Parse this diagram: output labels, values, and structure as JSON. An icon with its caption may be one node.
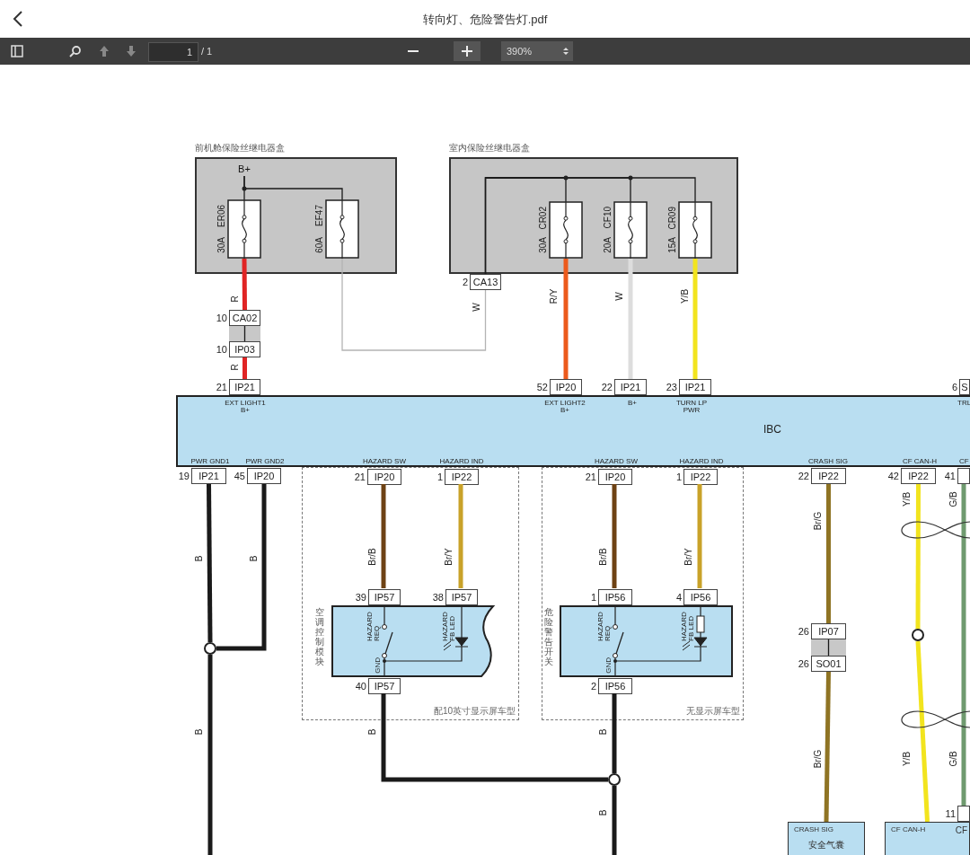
{
  "diagram": {
    "nodes": [
      {
        "text": [
          "前机舱保险丝继电器盒"
        ]
      },
      {
        "text": [
          "B+"
        ],
        "in": 0
      },
      {
        "text": [
          "ER06",
          "30A"
        ],
        "in": 0
      },
      {
        "text": [
          "EF47",
          "60A"
        ],
        "in": 0
      },
      {
        "text": [
          "室内保险丝继电器盒"
        ]
      },
      {
        "text": [
          "CR02",
          "30A"
        ],
        "in": 4
      },
      {
        "text": [
          "CF10",
          "20A"
        ],
        "in": 4
      },
      {
        "text": [
          "CR09",
          "15A"
        ],
        "in": 4
      },
      {
        "text": [
          "CA13"
        ],
        "beside": [
          "2"
        ]
      },
      {
        "text": [
          "CA02"
        ],
        "beside": [
          "10"
        ]
      },
      {
        "text": [
          "IP03"
        ],
        "beside": [
          "10"
        ]
      },
      {
        "text": [
          "IP21"
        ],
        "beside": [
          "21"
        ]
      },
      {
        "text": [
          "IP20"
        ],
        "beside": [
          "52"
        ]
      },
      {
        "text": [
          "IP21"
        ],
        "beside": [
          "22"
        ]
      },
      {
        "text": [
          "IP21"
        ],
        "beside": [
          "23"
        ]
      },
      {
        "text": [
          "S"
        ],
        "beside": [
          "6"
        ]
      },
      {
        "text": [
          "EXT LIGHT1 B+",
          "EXT LIGHT2 B+",
          "B+",
          "TURN LP PWR",
          "TRL",
          "IBC",
          "PWR GND1",
          "PWR GND2",
          "HAZARD SW",
          "HAZARD IND",
          "HAZARD SW",
          "HAZARD IND",
          "CRASH SIG",
          "CF CAN-H",
          "CF"
        ]
      },
      {
        "text": [
          "IP21"
        ],
        "beside": [
          "19"
        ]
      },
      {
        "text": [
          "IP20"
        ],
        "beside": [
          "45"
        ]
      },
      {
        "text": [
          "配10英寸显示屏车型"
        ]
      },
      {
        "text": [
          "IP20"
        ],
        "beside": [
          "21"
        ],
        "in": 19
      },
      {
        "text": [
          "IP22"
        ],
        "beside": [
          "1"
        ],
        "in": 19
      },
      {
        "text": [
          "IP57"
        ],
        "beside": [
          "39"
        ],
        "in": 19
      },
      {
        "text": [
          "IP57"
        ],
        "beside": [
          "38"
        ],
        "in": 19
      },
      {
        "text": [
          "空调控制模块",
          "HAZARD REQ",
          "HAZARD FB LED",
          "GND"
        ],
        "in": 19
      },
      {
        "text": [
          "IP57"
        ],
        "beside": [
          "40"
        ],
        "in": 19
      },
      {
        "text": [
          "无显示屏车型"
        ]
      },
      {
        "text": [
          "IP20"
        ],
        "beside": [
          "21"
        ],
        "in": 26
      },
      {
        "text": [
          "IP22"
        ],
        "beside": [
          "1"
        ],
        "in": 26
      },
      {
        "text": [
          "IP56"
        ],
        "beside": [
          "1"
        ],
        "in": 26
      },
      {
        "text": [
          "IP56"
        ],
        "beside": [
          "4"
        ],
        "in": 26
      },
      {
        "text": [
          "危险警告开关",
          "HAZARD REQ",
          "HAZARD FB LED",
          "GND"
        ],
        "in": 26
      },
      {
        "text": [
          "IP56"
        ],
        "beside": [
          "2"
        ],
        "in": 26
      },
      {
        "text": [
          "IP22"
        ],
        "beside": [
          "22"
        ]
      },
      {
        "text": [
          "IP07"
        ],
        "beside": [
          "26"
        ]
      },
      {
        "text": [
          "SO01"
        ],
        "beside": [
          "26"
        ]
      },
      {
        "text": [
          "IP22"
        ],
        "beside": [
          "42"
        ]
      },
      {
        "text": [],
        "shape": "box",
        "beside": [
          "41"
        ]
      },
      {
        "text": [],
        "shape": "circle"
      },
      {
        "text": [],
        "shape": "circle"
      },
      {
        "text": [],
        "shape": "circle"
      },
      {
        "text": [
          "CRASH SIG",
          "安全气囊"
        ]
      },
      {
        "text": [
          "CF CAN-H",
          "CF"
        ]
      },
      {
        "text": [],
        "shape": "box",
        "beside": [
          "11"
        ]
      }
    ],
    "edges": [
      {
        "from": 1,
        "to": 2,
        "arrow": "none"
      },
      {
        "from": 1,
        "to": 3,
        "arrow": "none"
      },
      {
        "from": 2,
        "to": 9,
        "arrow": "none",
        "label": "R",
        "color": "#e02424"
      },
      {
        "from": 9,
        "to": 10,
        "arrow": "none"
      },
      {
        "from": 10,
        "to": 11,
        "arrow": "none",
        "label": "R",
        "color": "#e02424"
      },
      {
        "from": 3,
        "to": 8,
        "arrow": "none",
        "label": "W",
        "color": "#b4b4b4"
      },
      {
        "from": 8,
        "to": 5,
        "arrow": "none"
      },
      {
        "from": 8,
        "to": 6,
        "arrow": "none"
      },
      {
        "from": 8,
        "to": 7,
        "arrow": "none"
      },
      {
        "from": 5,
        "to": 12,
        "arrow": "none",
        "label": "R/Y",
        "color": "#ec5a1c"
      },
      {
        "from": 6,
        "to": 13,
        "arrow": "none",
        "label": "W",
        "color": "#dddddd"
      },
      {
        "from": 7,
        "to": 14,
        "arrow": "none",
        "label": "Y/B",
        "color": "#f2e41e"
      },
      {
        "from": 17,
        "to": 38,
        "arrow": "none",
        "label": "B"
      },
      {
        "from": 18,
        "to": 38,
        "arrow": "none",
        "label": "B"
      },
      {
        "from": 38,
        "to": null,
        "arrow": "none",
        "label": "B"
      },
      {
        "from": 20,
        "to": 22,
        "arrow": "none",
        "label": "Br/B",
        "color": "#6e4214"
      },
      {
        "from": 21,
        "to": 23,
        "arrow": "none",
        "label": "Br/Y",
        "color": "#c9a229"
      },
      {
        "from": 25,
        "to": 39,
        "arrow": "none",
        "label": "B"
      },
      {
        "from": 27,
        "to": 29,
        "arrow": "none",
        "label": "Br/B",
        "color": "#6e4214"
      },
      {
        "from": 28,
        "to": 30,
        "arrow": "none",
        "label": "Br/Y",
        "color": "#c9a229"
      },
      {
        "from": 32,
        "to": 39,
        "arrow": "none",
        "label": "B"
      },
      {
        "from": 39,
        "to": null,
        "arrow": "none",
        "label": "B"
      },
      {
        "from": 33,
        "to": 34,
        "arrow": "none",
        "label": "Br/G",
        "color": "#8f7424"
      },
      {
        "from": 34,
        "to": 35,
        "arrow": "none"
      },
      {
        "from": 35,
        "to": 41,
        "arrow": "none",
        "label": "Br/G",
        "color": "#8f7424"
      },
      {
        "from": 36,
        "to": 40,
        "arrow": "none",
        "label": "Y/B",
        "color": "#f2e41e"
      },
      {
        "from": 40,
        "to": 42,
        "arrow": "none",
        "label": "Y/B",
        "color": "#f2e41e"
      },
      {
        "from": 37,
        "to": 43,
        "arrow": "none",
        "label": "G/B",
        "color": "#6f9a6f"
      }
    ],
    "labels": [
      "转向灯、危险警告灯.pdf",
      "1",
      "/ 1",
      "390%",
      "G/B"
    ]
  }
}
